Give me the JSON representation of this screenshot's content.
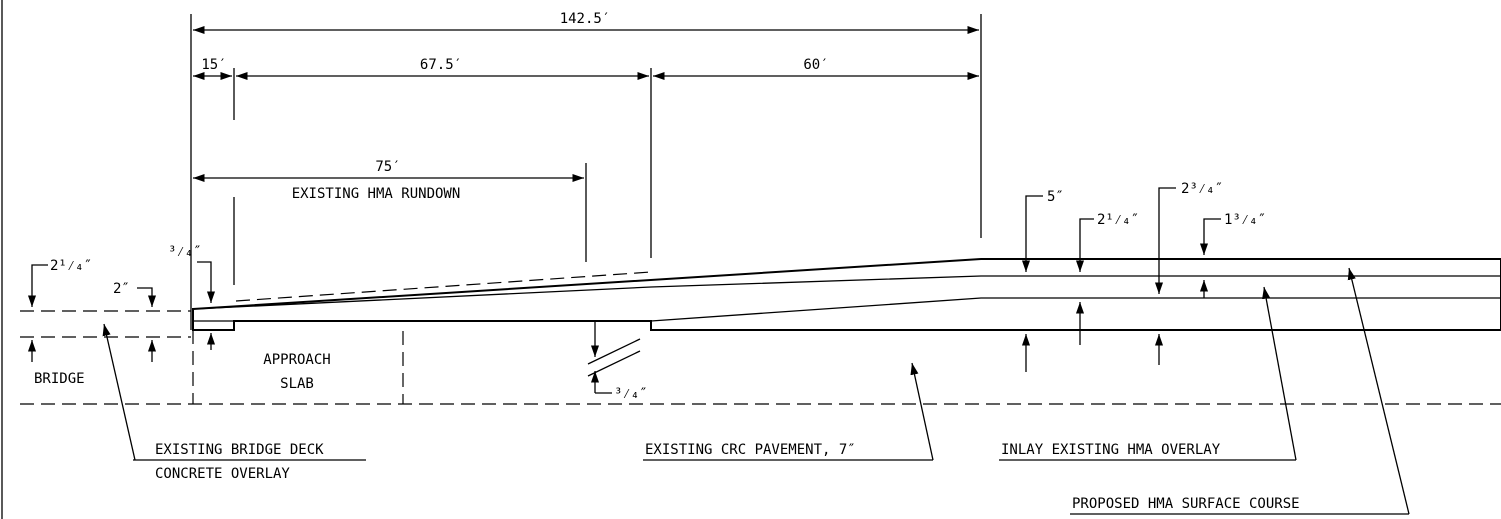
{
  "dimensions": {
    "overall": "142.5′",
    "deck": "15′",
    "transition": "67.5′",
    "taper": "60′",
    "rundown": "75′",
    "rundown_label": "EXISTING HMA RUNDOWN"
  },
  "thickness": {
    "bridge_top": "2¹⁄₄″",
    "bridge_overlay": "2″",
    "bridge_edge": "³⁄₄″",
    "crc_min": "³⁄₄″",
    "total": "5″",
    "inlay_left": "2¹⁄₄″",
    "inlay_right": "2³⁄₄″",
    "surface": "1³⁄₄″"
  },
  "zones": {
    "bridge": "BRIDGE",
    "approach_line1": "APPROACH",
    "approach_line2": "SLAB"
  },
  "callouts": {
    "deck_line1": "EXISTING BRIDGE DECK",
    "deck_line2": "CONCRETE OVERLAY",
    "crc": "EXISTING CRC PAVEMENT, 7″",
    "inlay": "INLAY EXISTING HMA OVERLAY",
    "surface": "PROPOSED HMA SURFACE COURSE"
  }
}
